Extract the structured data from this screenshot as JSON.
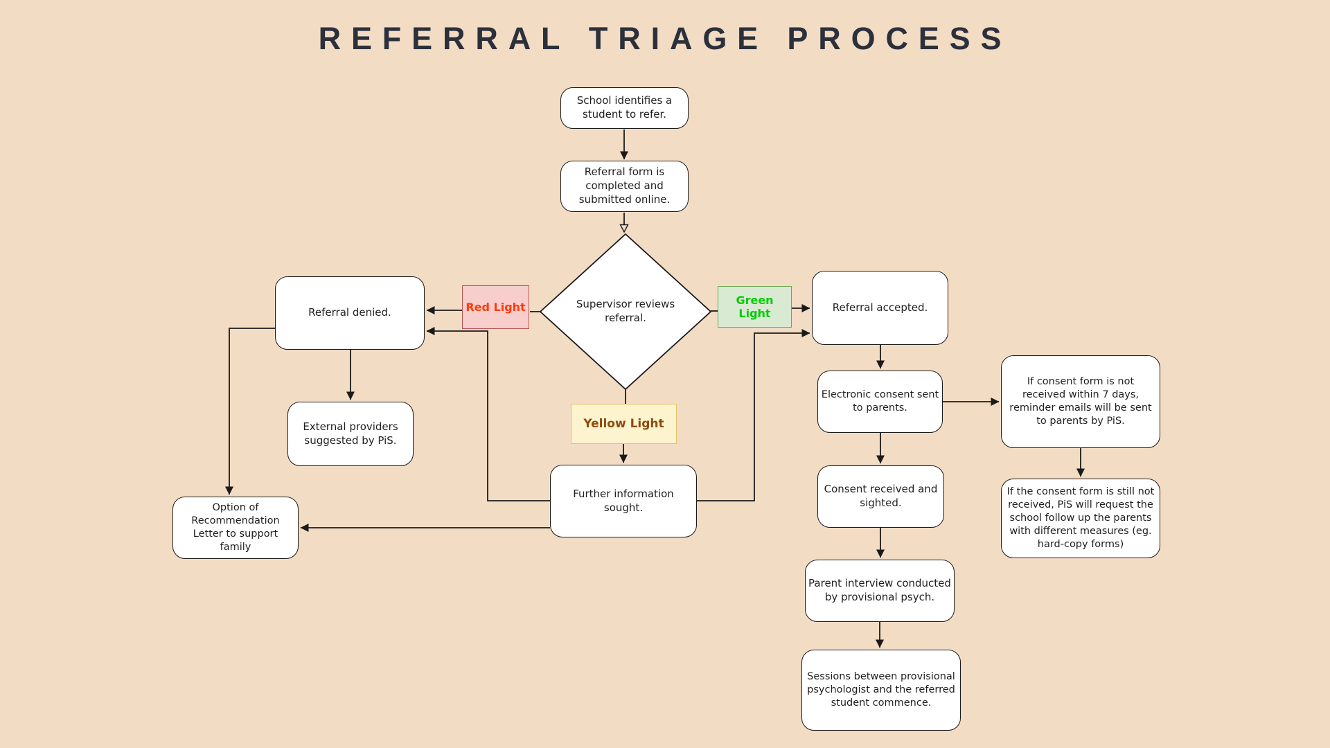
{
  "title": "REFERRAL TRIAGE PROCESS",
  "nodes": {
    "school_identifies": {
      "label": "School identifies a student to refer."
    },
    "referral_form": {
      "label": "Referral form is completed and submitted online."
    },
    "supervisor_review": {
      "label": "Supervisor reviews referral."
    },
    "referral_denied": {
      "label": "Referral denied."
    },
    "external_providers": {
      "label": "External providers suggested by PiS."
    },
    "recommendation_letter": {
      "label": "Option of Recommendation Letter to support family"
    },
    "further_information": {
      "label": "Further information sought."
    },
    "referral_accepted": {
      "label": "Referral accepted."
    },
    "electronic_consent": {
      "label": "Electronic consent sent to parents."
    },
    "consent_reminder": {
      "label": "If consent form is not received within 7 days, reminder emails will be sent to parents by PiS."
    },
    "consent_still_not_received": {
      "label": "If the consent form is still not received, PiS will request the school follow up the parents with different measures (eg. hard-copy forms)"
    },
    "consent_received": {
      "label": "Consent received and sighted."
    },
    "parent_interview": {
      "label": "Parent interview conducted by provisional psych."
    },
    "sessions_commence": {
      "label": "Sessions between provisional psychologist and the referred student commence."
    }
  },
  "decision_labels": {
    "red": {
      "text": "Red Light"
    },
    "green": {
      "text": "Green Light"
    },
    "yellow": {
      "text": "Yellow Light"
    }
  },
  "edges": [
    {
      "from": "school_identifies",
      "to": "referral_form"
    },
    {
      "from": "referral_form",
      "to": "supervisor_review"
    },
    {
      "from": "supervisor_review",
      "to": "referral_denied",
      "via": "Red Light"
    },
    {
      "from": "supervisor_review",
      "to": "referral_accepted",
      "via": "Green Light"
    },
    {
      "from": "supervisor_review",
      "to": "further_information",
      "via": "Yellow Light"
    },
    {
      "from": "referral_denied",
      "to": "external_providers"
    },
    {
      "from": "referral_denied",
      "to": "recommendation_letter"
    },
    {
      "from": "further_information",
      "to": "referral_denied"
    },
    {
      "from": "further_information",
      "to": "recommendation_letter"
    },
    {
      "from": "further_information",
      "to": "referral_accepted"
    },
    {
      "from": "referral_accepted",
      "to": "electronic_consent"
    },
    {
      "from": "electronic_consent",
      "to": "consent_reminder"
    },
    {
      "from": "electronic_consent",
      "to": "consent_received"
    },
    {
      "from": "consent_reminder",
      "to": "consent_still_not_received"
    },
    {
      "from": "consent_received",
      "to": "parent_interview"
    },
    {
      "from": "parent_interview",
      "to": "sessions_commence"
    }
  ],
  "colors": {
    "background": "#f2dcc4",
    "node_fill": "#ffffff",
    "node_border": "#1a1a1a",
    "title_text": "#2b303b",
    "red_light": {
      "fill": "#f8cecc",
      "border": "#b85450",
      "text": "#ff3a0d"
    },
    "green_light": {
      "fill": "#d8ead2",
      "border": "#6aa84f",
      "text": "#00cc00"
    },
    "yellow_light": {
      "fill": "#fdf3cf",
      "border": "#e0c36b",
      "text": "#8d4c0f"
    }
  }
}
